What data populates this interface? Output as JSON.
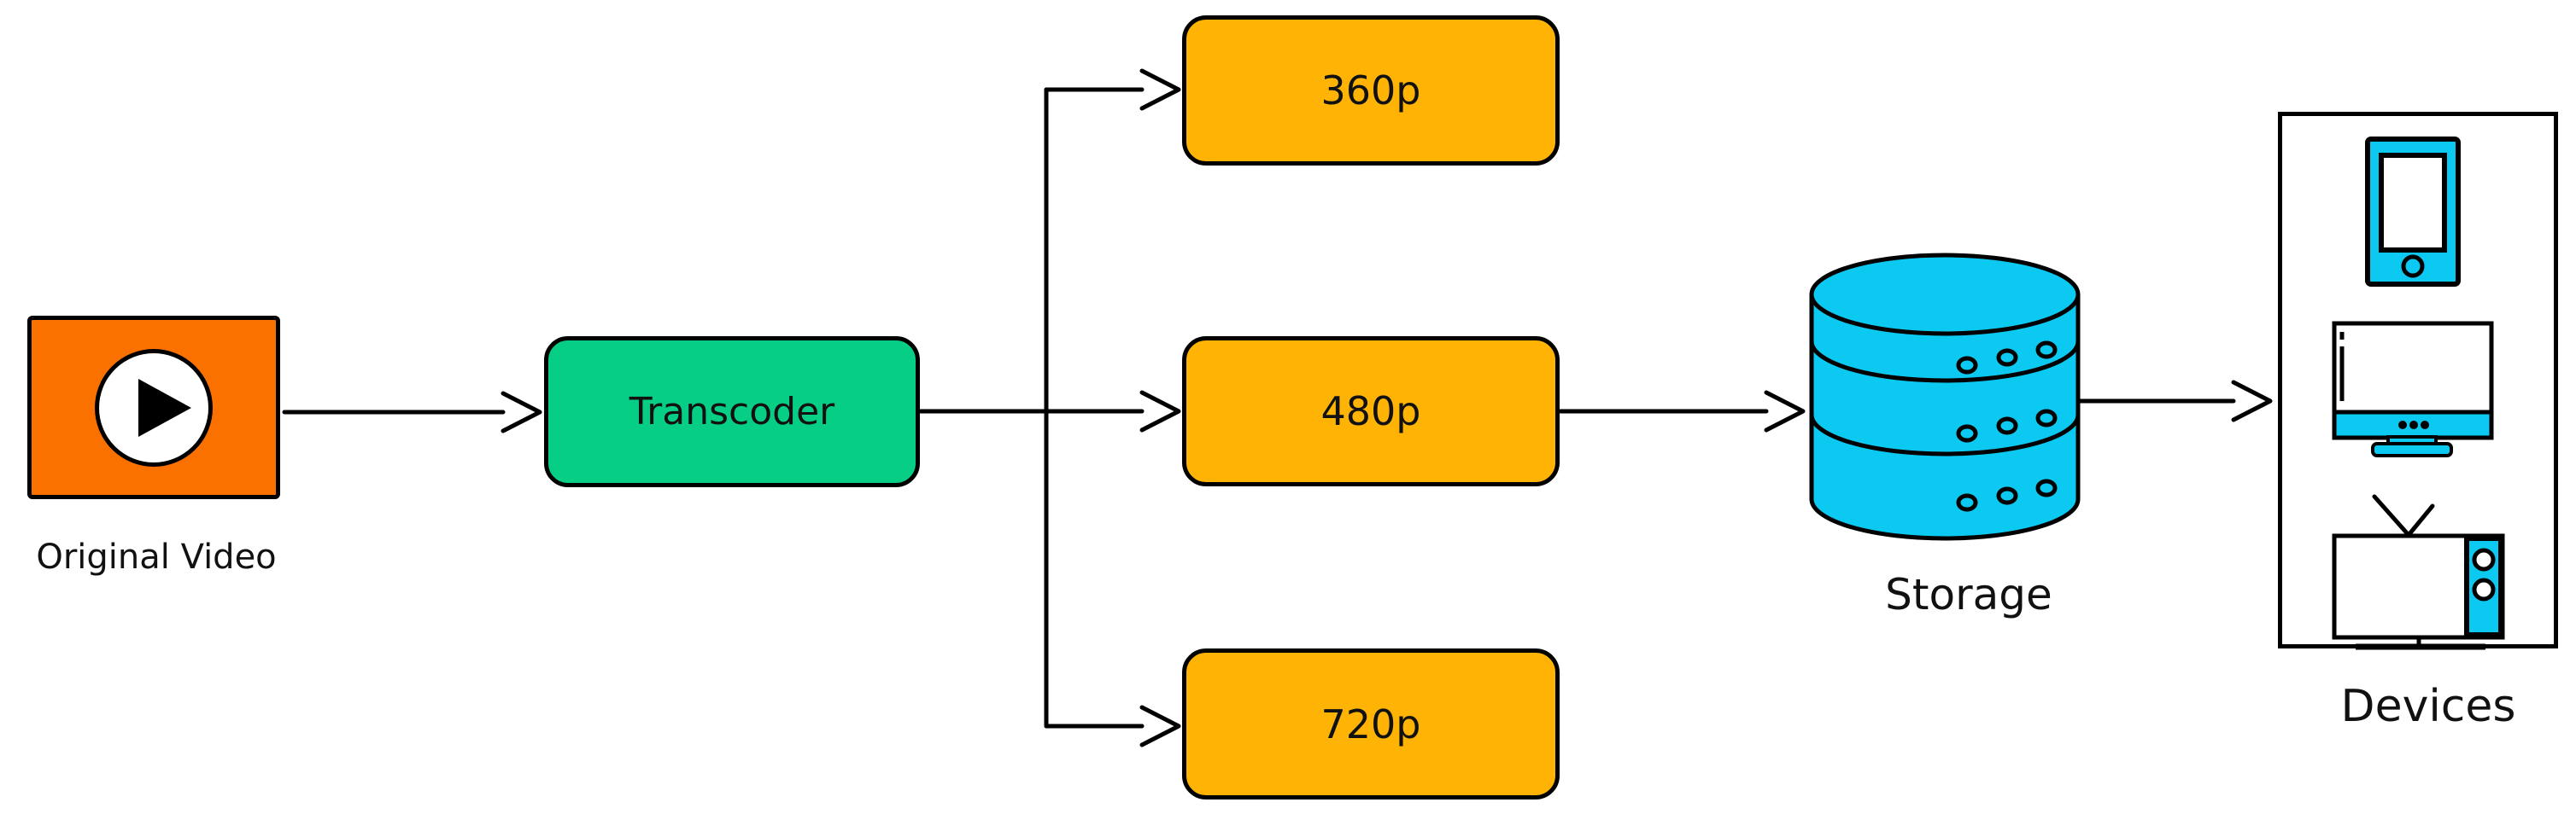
{
  "diagram": {
    "original_video": {
      "caption": "Original Video"
    },
    "transcoder": {
      "label": "Transcoder"
    },
    "renditions": [
      {
        "label": "360p"
      },
      {
        "label": "480p"
      },
      {
        "label": "720p"
      }
    ],
    "storage": {
      "caption": "Storage"
    },
    "devices": {
      "caption": "Devices"
    }
  },
  "colors": {
    "orange": "#FB7100",
    "green": "#06CE85",
    "amber": "#FFB405",
    "cyan": "#0CC9F2",
    "stroke": "#000000",
    "bg": "#FFFFFF"
  }
}
